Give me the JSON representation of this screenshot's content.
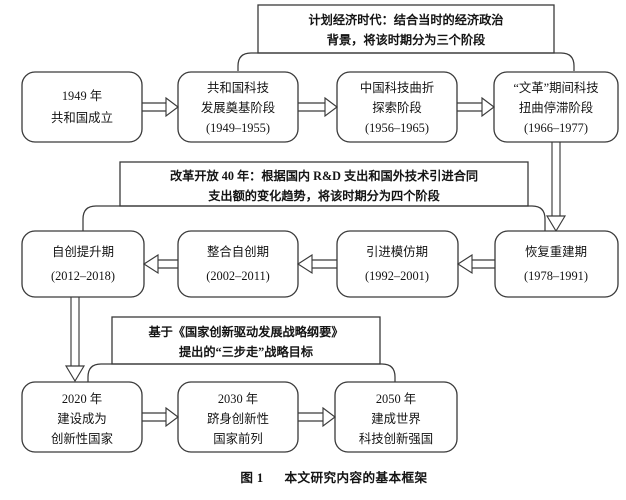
{
  "figure": {
    "caption_label": "图 1",
    "caption_title": "本文研究内容的基本框架",
    "border_color": "#3a3a3a",
    "fill_color": "#ffffff",
    "text_color": "#141414"
  },
  "notes": [
    {
      "id": "note-planned-economy",
      "lines": [
        "计划经济时代：结合当时的经济政治",
        "背景，将该时期分为三个阶段"
      ]
    },
    {
      "id": "note-reform-opening",
      "lines": [
        "改革开放 40 年：根据国内 R&D 支出和国外技术引进合同",
        "支出额的变化趋势，将该时期分为四个阶段"
      ]
    },
    {
      "id": "note-innovation-outline",
      "lines": [
        "基于《国家创新驱动发展战略纲要》",
        "提出的“三步走”战略目标"
      ]
    }
  ],
  "rows": [
    {
      "id": "row-planned-economy",
      "nodes": [
        {
          "id": "node-1949-founding",
          "lines": [
            "1949 年",
            "共和国成立"
          ]
        },
        {
          "id": "node-foundation-stage",
          "lines": [
            "共和国科技",
            "发展奠基阶段",
            "(1949–1955)"
          ]
        },
        {
          "id": "node-exploration-stage",
          "lines": [
            "中国科技曲折",
            "探索阶段",
            "(1956–1965)"
          ]
        },
        {
          "id": "node-cultural-revolution-stage",
          "lines": [
            "“文革”期间科技",
            "扭曲停滞阶段",
            "(1966–1977)"
          ]
        }
      ]
    },
    {
      "id": "row-reform-opening",
      "nodes": [
        {
          "id": "node-self-innovation-upgrade",
          "lines": [
            "自创提升期",
            "(2012–2018)"
          ]
        },
        {
          "id": "node-integration-self-innovation",
          "lines": [
            "整合自创期",
            "(2002–2011)"
          ]
        },
        {
          "id": "node-introduce-imitate",
          "lines": [
            "引进模仿期",
            "(1992–2001)"
          ]
        },
        {
          "id": "node-recovery-rebuild",
          "lines": [
            "恢复重建期",
            "(1978–1991)"
          ]
        }
      ]
    },
    {
      "id": "row-strategic-goals",
      "nodes": [
        {
          "id": "node-goal-2020",
          "lines": [
            "2020 年",
            "建设成为",
            "创新性国家"
          ]
        },
        {
          "id": "node-goal-2030",
          "lines": [
            "2030 年",
            "跻身创新性",
            "国家前列"
          ]
        },
        {
          "id": "node-goal-2050",
          "lines": [
            "2050 年",
            "建成世界",
            "科技创新强国"
          ]
        }
      ]
    }
  ]
}
